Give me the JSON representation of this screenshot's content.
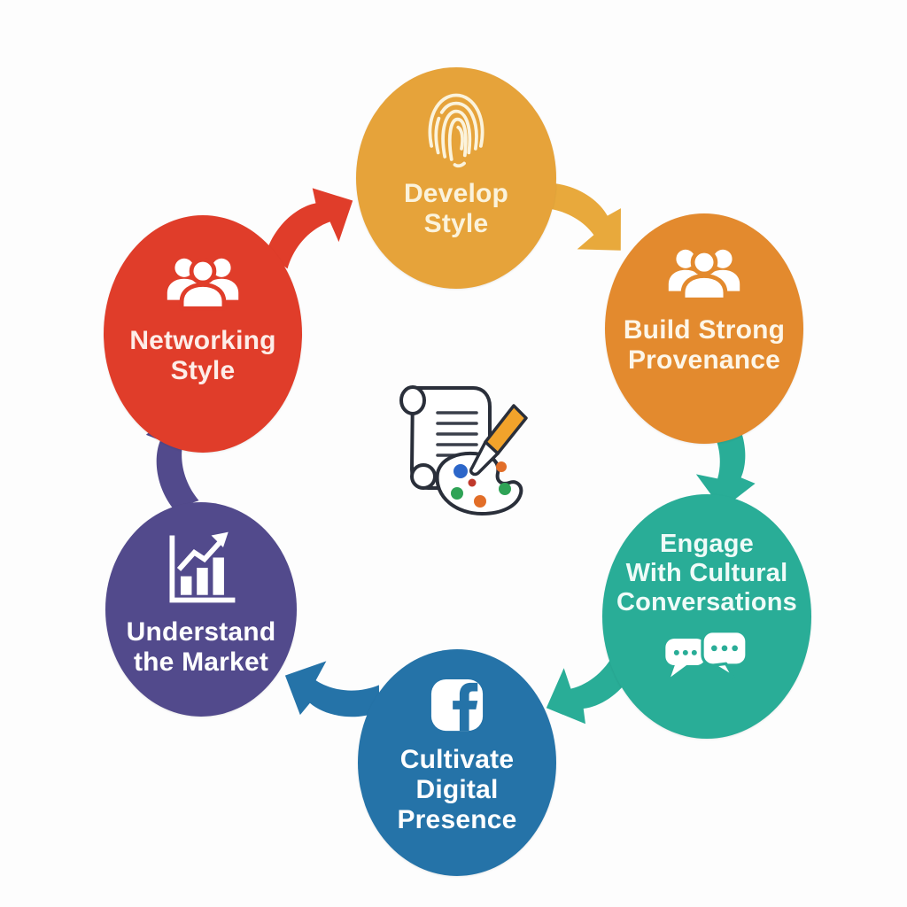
{
  "diagram": {
    "type": "circular-process-cycle",
    "background": "#FDFDFD",
    "center_icon": "scroll-and-paint-palette-icon",
    "steps": [
      {
        "name": "develop-style",
        "lines": [
          "Develop",
          "Style"
        ],
        "color": "#E6A33A",
        "text_color": "#FBF3DC",
        "icon": "fingerprint-icon",
        "icon_color": "#FBF3DC"
      },
      {
        "name": "build-strong-provenance",
        "lines": [
          "Build Strong",
          "Provenance"
        ],
        "color": "#E38A2E",
        "text_color": "#FDF6E8",
        "icon": "people-group-icon",
        "icon_color": "#FFFFFF"
      },
      {
        "name": "engage-with-cultural-conversations",
        "lines": [
          "Engage",
          "With Cultural",
          "Conversations"
        ],
        "color": "#29AD97",
        "text_color": "#EFFBF8",
        "icon": "chat-bubbles-icon",
        "icon_color": "#FFFFFF"
      },
      {
        "name": "cultivate-digital-presence",
        "lines": [
          "Cultivate",
          "Digital",
          "Presence"
        ],
        "color": "#2573A8",
        "text_color": "#FFFFFF",
        "icon": "facebook-icon",
        "icon_color": "#FFFFFF"
      },
      {
        "name": "understand-the-market",
        "lines": [
          "Understand",
          "the Market"
        ],
        "color": "#524A8C",
        "text_color": "#FFFFFF",
        "icon": "bar-chart-growth-icon",
        "icon_color": "#FFFFFF"
      },
      {
        "name": "networking-style",
        "lines": [
          "Networking",
          "Style"
        ],
        "color": "#E03D2A",
        "text_color": "#FDEDE8",
        "icon": "people-group-icon",
        "icon_color": "#FFFFFF"
      }
    ],
    "arrows": [
      {
        "name": "arrow-networking-to-develop",
        "color": "#E03D2A"
      },
      {
        "name": "arrow-develop-to-provenance",
        "color": "#E8A93C"
      },
      {
        "name": "arrow-provenance-to-engage",
        "color": "#29AD97"
      },
      {
        "name": "arrow-engage-to-cultivate",
        "color": "#29AD97"
      },
      {
        "name": "arrow-cultivate-to-understand",
        "color": "#2573A8"
      },
      {
        "name": "arrow-understand-to-networking",
        "color": "#524A8C"
      }
    ],
    "palette_dot_colors": [
      "#2C66C9",
      "#E26E28",
      "#2FA356",
      "#C0392B"
    ],
    "brush_handle_color": "#F2A32B",
    "outline_color": "#2A2F3A"
  }
}
